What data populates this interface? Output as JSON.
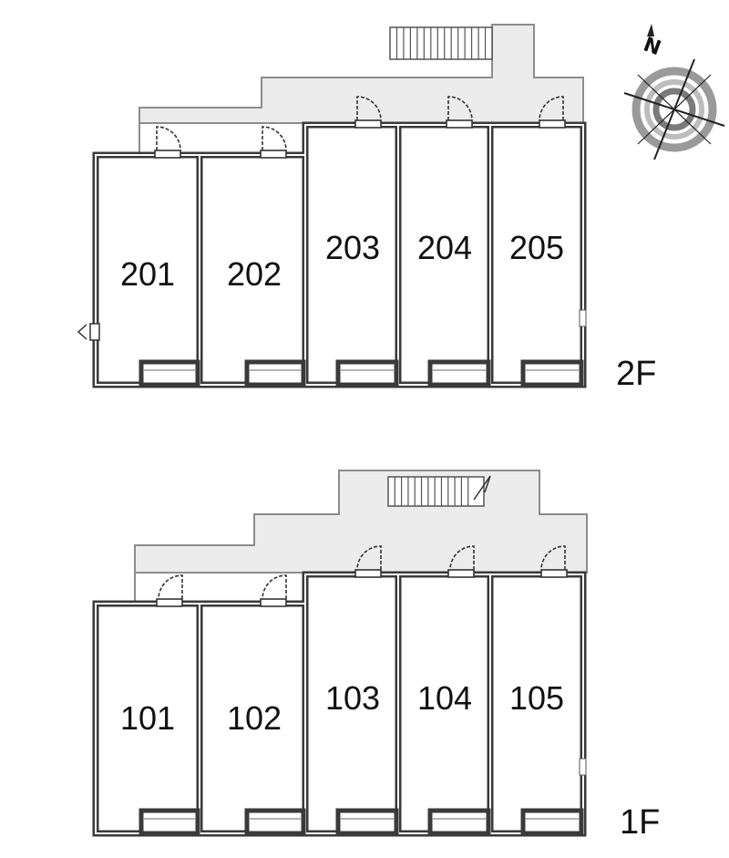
{
  "floors": [
    {
      "label": "2F",
      "units": [
        "201",
        "202",
        "203",
        "204",
        "205"
      ]
    },
    {
      "label": "1F",
      "units": [
        "101",
        "102",
        "103",
        "104",
        "105"
      ]
    }
  ],
  "compass": {
    "north_label": "N",
    "icon": "compass-rose-icon"
  },
  "colors": {
    "wall": "#3a3a3a",
    "corridor": "#ececec",
    "corridor_stroke": "#8c8c8c",
    "background": "#ffffff"
  }
}
